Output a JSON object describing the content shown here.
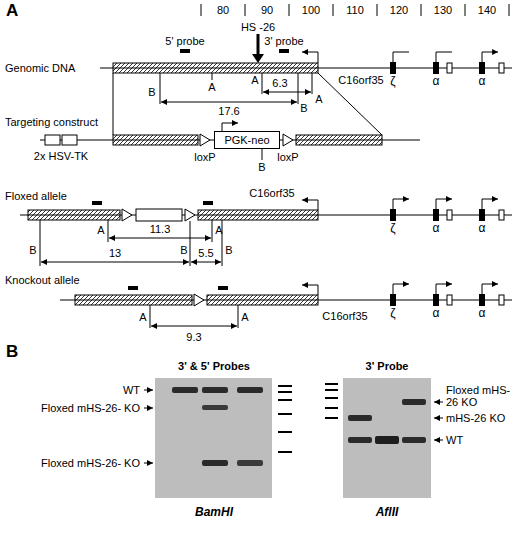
{
  "diagram": {
    "nodes": [
      {
        "text": [
          "PGK-neo"
        ]
      },
      {
        "text": [
          "3' & 5' Probes",
          "BamHI"
        ]
      },
      {
        "text": [
          "3' Probe",
          "AflII"
        ]
      }
    ],
    "labels": [
      "A",
      "80",
      "90",
      "100",
      "110",
      "120",
      "130",
      "140",
      "HS -26",
      "5' probe",
      "3' probe",
      "Genomic DNA",
      "C16orf35",
      "ζ",
      "α",
      "α",
      "B",
      "A",
      "A",
      "6.3",
      "A",
      "B",
      "17.6",
      "Targeting construct",
      "2x HSV-TK",
      "loxP",
      "loxP",
      "B",
      "Floxed allele",
      "C16orf35",
      "A",
      "11.3",
      "A",
      "B",
      "13",
      "B",
      "5.5",
      "B",
      "ζ",
      "α",
      "α",
      "Knockout allele",
      "C16orf35",
      "A",
      "A",
      "9.3",
      "ζ",
      "α",
      "α",
      "B",
      "WT",
      "Floxed mHS-26- KO",
      "Floxed mHS-26- KO",
      "Floxed mHS-26 KO",
      "mHS-26 KO",
      "WT"
    ]
  }
}
